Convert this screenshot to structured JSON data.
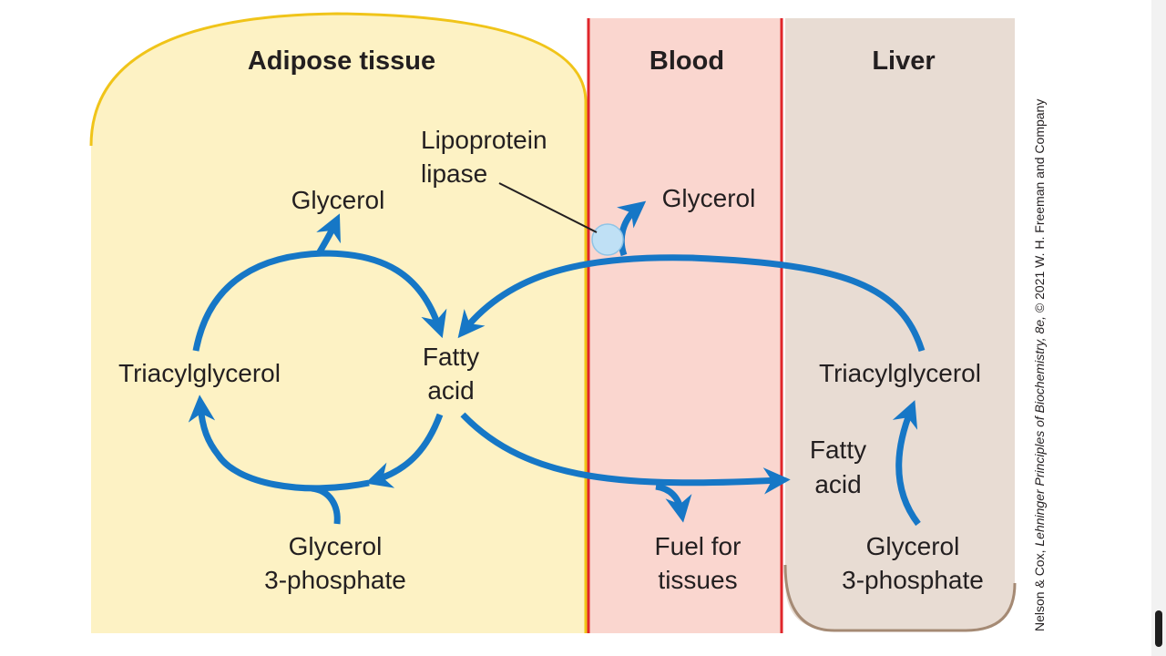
{
  "regions": {
    "adipose": "Adipose tissue",
    "blood": "Blood",
    "liver": "Liver"
  },
  "labels": {
    "lipoprotein_lipase_line1": "Lipoprotein",
    "lipoprotein_lipase_line2": "lipase",
    "adipose_glycerol": "Glycerol",
    "blood_glycerol": "Glycerol",
    "adipose_triacylglycerol": "Triacylglycerol",
    "adipose_fatty_acid_line1": "Fatty",
    "adipose_fatty_acid_line2": "acid",
    "adipose_g3p_line1": "Glycerol",
    "adipose_g3p_line2": "3-phosphate",
    "fuel_line1": "Fuel for",
    "fuel_line2": "tissues",
    "liver_triacylglycerol": "Triacylglycerol",
    "liver_fatty_acid_line1": "Fatty",
    "liver_fatty_acid_line2": "acid",
    "liver_g3p_line1": "Glycerol",
    "liver_g3p_line2": "3-phosphate"
  },
  "credit": {
    "prefix": "Nelson & Cox, ",
    "title": "Lehninger Principles of Biochemistry, 8e,",
    "suffix": " © 2021 W. H. Freeman and Company"
  },
  "colors": {
    "adipose_fill": "#fdf2c4",
    "adipose_border": "#f0c419",
    "blood_fill": "#fad6cf",
    "blood_border": "#e0262b",
    "liver_fill": "#e8dcd3",
    "liver_border": "#a58a74",
    "arrow": "#1677c6",
    "enzyme": "#bfe0f5"
  }
}
